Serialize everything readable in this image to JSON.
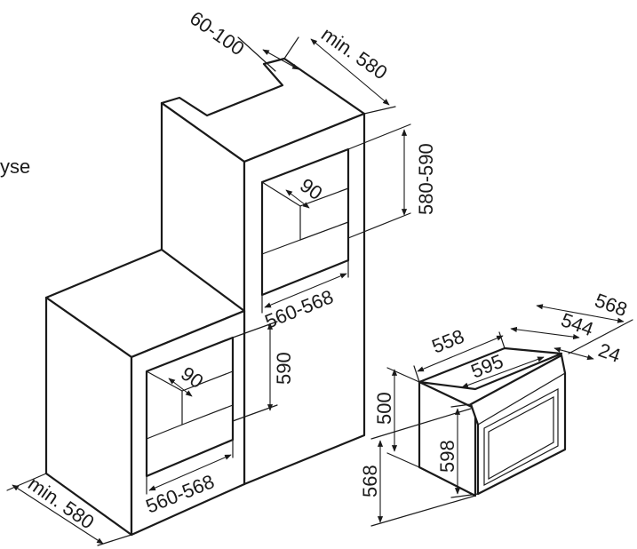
{
  "side_text": "yse",
  "dimensions": {
    "top_gap": "60-100",
    "top_depth": "min. 580",
    "upper_niche_height": "580-590",
    "upper_corner": "90",
    "upper_niche_width": "560-568",
    "lower_niche_height": "590",
    "lower_corner": "90",
    "lower_niche_width": "560-568",
    "base_depth": "min. 580",
    "oven_total_depth": "568",
    "oven_body_depth": "544",
    "oven_door": "24",
    "oven_body_width": "558",
    "oven_front_width": "595",
    "oven_body_height": "500",
    "oven_front_height": "598",
    "oven_total_height": "568"
  },
  "colors": {
    "line": "#1a1a1a",
    "background": "#ffffff"
  }
}
